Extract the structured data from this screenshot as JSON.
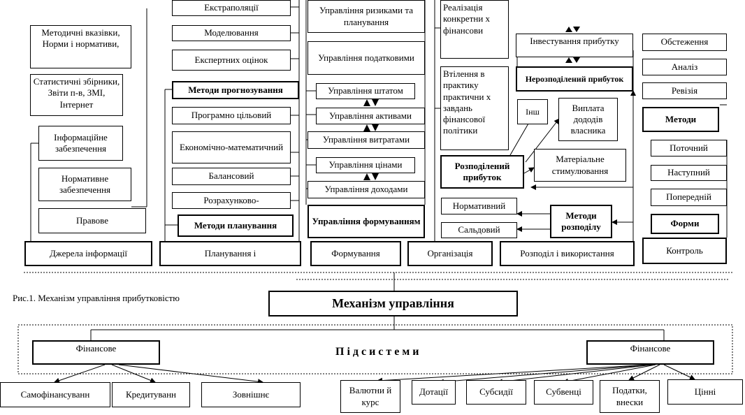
{
  "caption": "Рис.1. Механізм управління прибутковістю",
  "mechanism_title": "Механізм управління",
  "subsystems_title": "Підсистеми",
  "groups": {
    "sources": "Джерела інформації",
    "planning": "Планування і",
    "formation": "Формування",
    "organization": "Організація",
    "distribution": "Розподіл і використання",
    "control": "Контроль"
  },
  "sources_items": {
    "methodical": "Методичні вказівки, Норми і нормативи,",
    "statistical": "Статистичні збірники, Звіти п-в, ЗМІ, Інтернет",
    "info_support": "Інформаційне забезпечення",
    "norm_support": "Нормативне забезпечення",
    "legal": "Правове"
  },
  "planning_items": {
    "extrapolation": "Екстраполяції",
    "modeling": "Моделювання",
    "expert": "Експертних оцінок",
    "forecast_methods": "Методи прогнозування",
    "program": "Програмно цільовий",
    "econ_math": "Економічно-математичний",
    "balance": "Балансовий",
    "calculation": "Розрахунково-",
    "planning_methods": "Методи планування"
  },
  "formation_items": {
    "risk": "Управління ризиками та планування",
    "tax": "Управління податковими",
    "staff": "Управління штатом",
    "assets": "Управління активами",
    "costs": "Управління витратами",
    "prices": "Управління цінами",
    "income": "Управління доходами",
    "formation_mgmt": "Управління формуванням"
  },
  "organization_items": {
    "realization": "Реалізація конкретни х фінансови",
    "implementation": "Втілення в практику практични х завдань фінансової політики"
  },
  "distribution_items": {
    "investment": "Інвестування прибутку",
    "undistributed": "Нерозподілений прибуток",
    "other": "Інш",
    "dividends": "Виплата дододів власника",
    "material": "Матеріальне стимулювання",
    "distributed": "Розподілений прибуток",
    "normative": "Нормативний",
    "balance_method": "Сальдовий",
    "dist_methods": "Методи розподілу"
  },
  "control_items": {
    "survey": "Обстеження",
    "analysis": "Аналіз",
    "audit": "Ревізія",
    "methods": "Методи",
    "current": "Поточний",
    "next": "Наступний",
    "prior": "Попередній",
    "forms": "Форми"
  },
  "left_subsystem": {
    "title": "Фінансове",
    "items": [
      "Самофінансуванн",
      "Кредитуванн",
      "Зовнішнє"
    ]
  },
  "right_subsystem": {
    "title": "Фінансове",
    "items": [
      "Валютни й курс",
      "Дотації",
      "Субсидії",
      "Субвенці",
      "Податки, внески",
      "Цінні"
    ]
  }
}
